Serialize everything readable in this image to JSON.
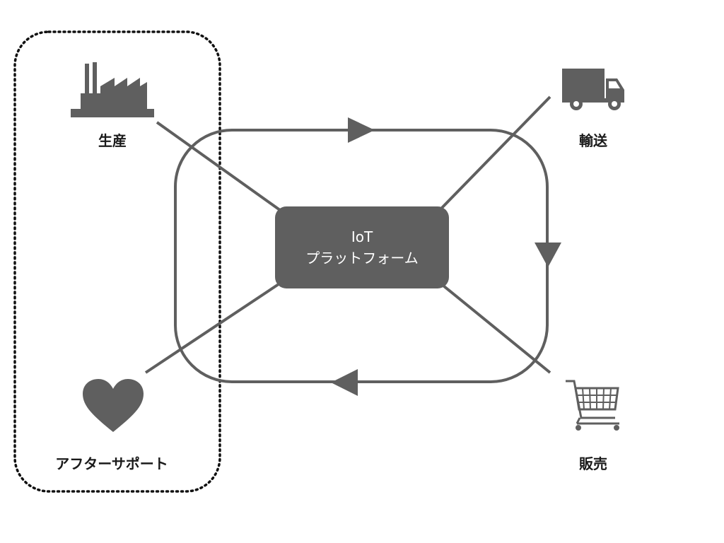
{
  "hub": {
    "line1": "IoT",
    "line2": "プラットフォーム"
  },
  "nodes": {
    "production": {
      "label": "生産",
      "icon": "factory-icon"
    },
    "transport": {
      "label": "輸送",
      "icon": "truck-icon"
    },
    "sales": {
      "label": "販売",
      "icon": "shopping-cart-icon"
    },
    "aftersupport": {
      "label": "アフターサポート",
      "icon": "heart-icon"
    }
  },
  "colors": {
    "stroke": "#5f5f5f",
    "hub_fill": "#5f5f5f",
    "icon_fill": "#5f5f5f",
    "label_text": "#1a1a1a",
    "hub_text": "#ffffff"
  }
}
